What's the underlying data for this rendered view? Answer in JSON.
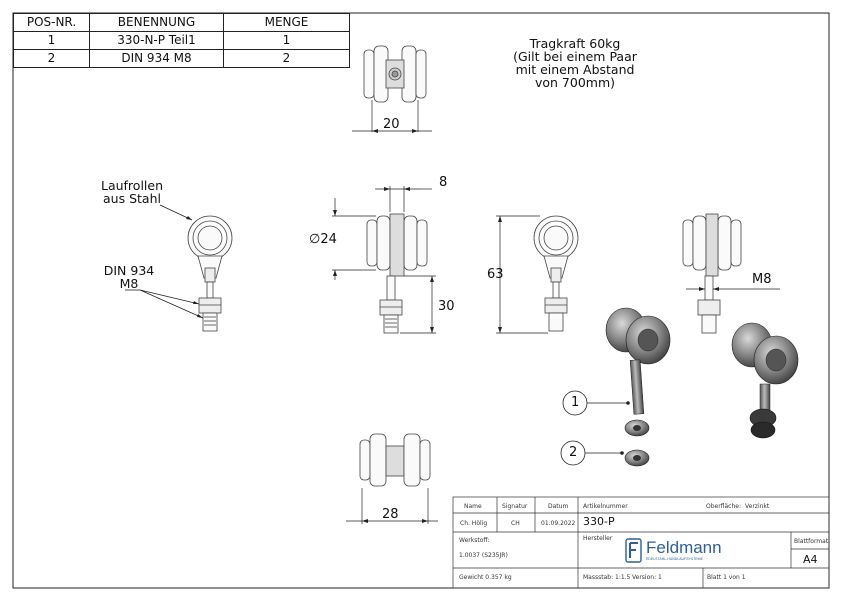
{
  "bom": {
    "headers": [
      "POS-NR.",
      "BENENNUNG",
      "MENGE"
    ],
    "rows": [
      [
        "1",
        "330-N-P Teil1",
        "1"
      ],
      [
        "2",
        "DIN 934 M8",
        "2"
      ]
    ]
  },
  "note": {
    "line1": "Tragkraft 60kg",
    "line2": "(Gilt bei einem Paar",
    "line3": "mit einem Abstand",
    "line4": "von 700mm)"
  },
  "labels": {
    "rollers_line1": "Laufrollen",
    "rollers_line2": "aus Stahl",
    "nut_line1": "DIN 934",
    "nut_line2": "M8"
  },
  "dimensions": {
    "top_width": "20",
    "bracket_width": "8",
    "wheel_diameter": "∅24",
    "bolt_length": "30",
    "total_height": "63",
    "thread": "M8",
    "bottom_width": "28"
  },
  "balloons": {
    "pos1": "1",
    "pos2": "2"
  },
  "titleblock": {
    "name_h": "Name",
    "signature_h": "Signatur",
    "date_h": "Datum",
    "name": "Ch. Hölig",
    "signature": "CH",
    "date": "01.09.2022",
    "article_h": "Artikelnummer",
    "article": "330-P",
    "surface_h": "Oberfläche:",
    "surface": "Verzinkt",
    "material_h": "Werkstoff:",
    "material": "1.0037 (S235JR)",
    "manufacturer_h": "Hersteller",
    "brand": "Feldmann",
    "brand_sub": "EDELSTAHL-HANDLAUFSYSTEME",
    "format_h": "Blattformat",
    "format": "A4",
    "weight": "Gewicht 0.357 kg",
    "scale": "Massstab: 1:1.5",
    "version": "Version: 1",
    "sheet": "Blatt 1 von 1"
  }
}
